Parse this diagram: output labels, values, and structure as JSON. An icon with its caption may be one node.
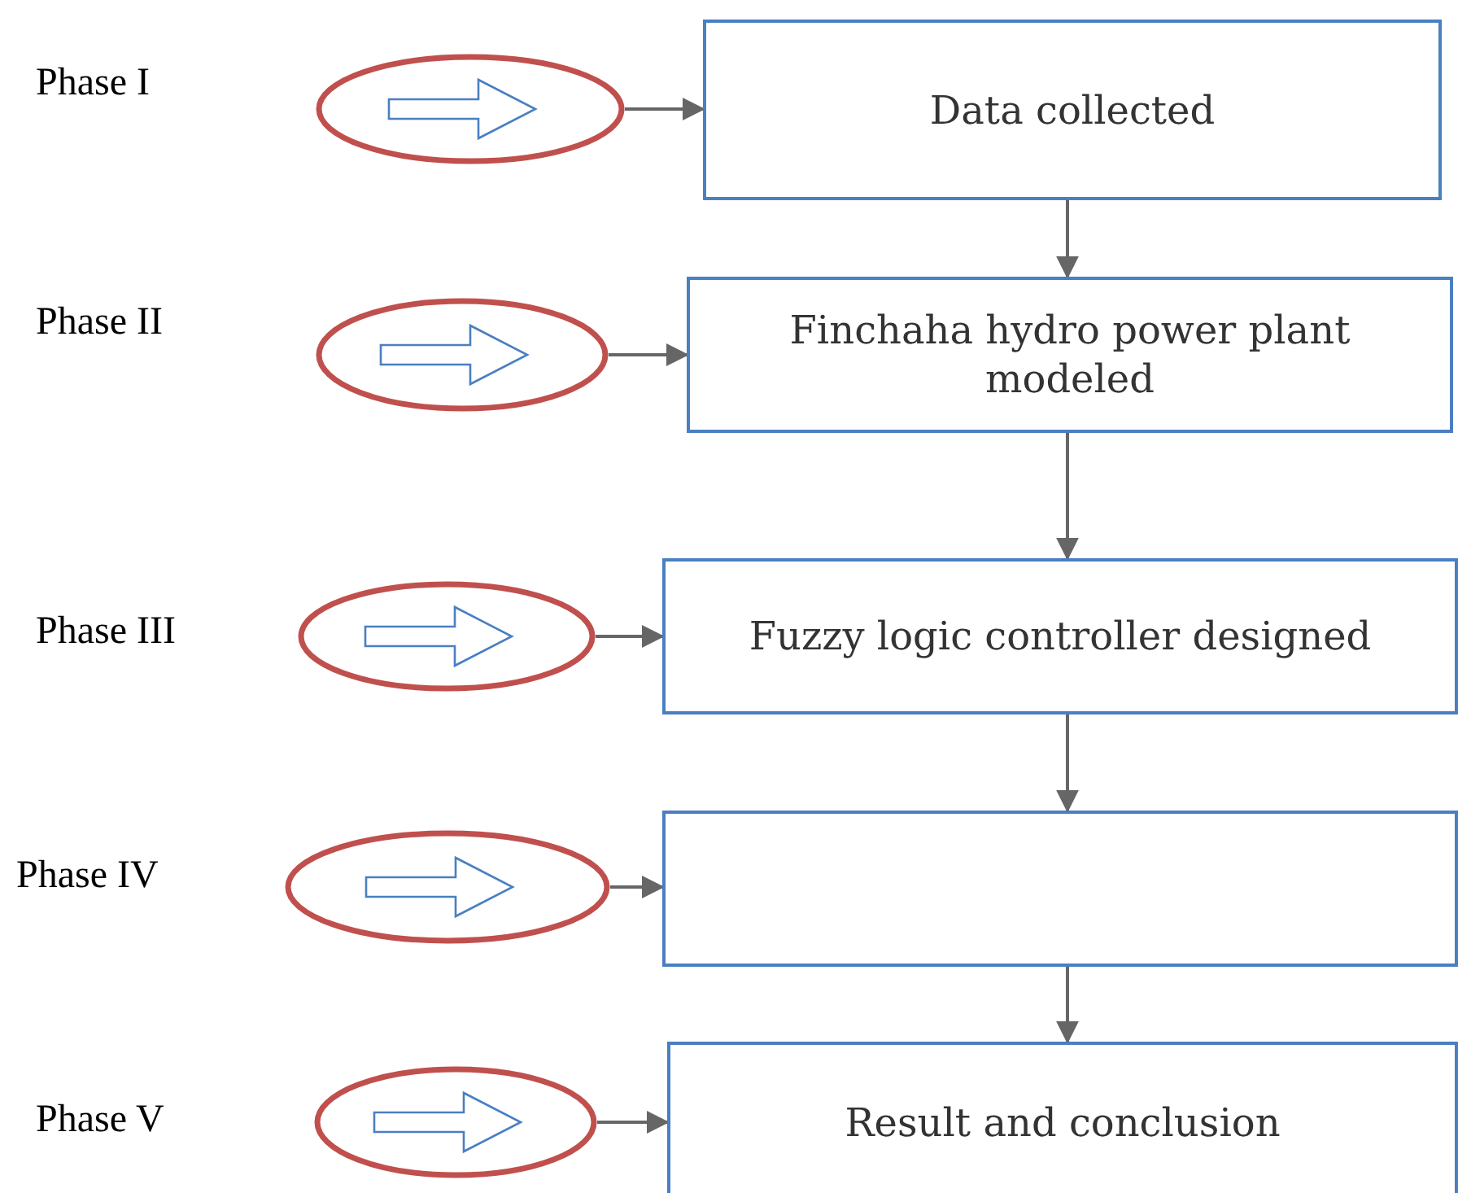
{
  "diagram": {
    "nodes": [
      {
        "text": [],
        "shape": "ellipse"
      },
      {
        "text": [
          "Data collected"
        ]
      },
      {
        "text": [],
        "shape": "ellipse"
      },
      {
        "text": [
          "Finchaha hydro power plant modeled"
        ]
      },
      {
        "text": [],
        "shape": "ellipse"
      },
      {
        "text": [
          "Fuzzy logic controller designed"
        ]
      },
      {
        "text": [],
        "shape": "ellipse"
      },
      {
        "text": [],
        "shape": "box"
      },
      {
        "text": [],
        "shape": "ellipse"
      },
      {
        "text": [
          "Result and conclusion"
        ]
      }
    ],
    "edges": [
      {
        "from": 0,
        "to": 1,
        "arrow": "to"
      },
      {
        "from": 2,
        "to": 3,
        "arrow": "to"
      },
      {
        "from": 4,
        "to": 5,
        "arrow": "to"
      },
      {
        "from": 6,
        "to": 7,
        "arrow": "to"
      },
      {
        "from": 8,
        "to": 9,
        "arrow": "to"
      },
      {
        "from": 1,
        "to": 3,
        "arrow": "to"
      },
      {
        "from": 3,
        "to": 5,
        "arrow": "to"
      },
      {
        "from": 5,
        "to": 7,
        "arrow": "to"
      },
      {
        "from": 7,
        "to": 9,
        "arrow": "to"
      }
    ],
    "labels": [
      "Phase I",
      "Phase II",
      "Phase III",
      "Phase IV",
      "Phase V"
    ]
  }
}
